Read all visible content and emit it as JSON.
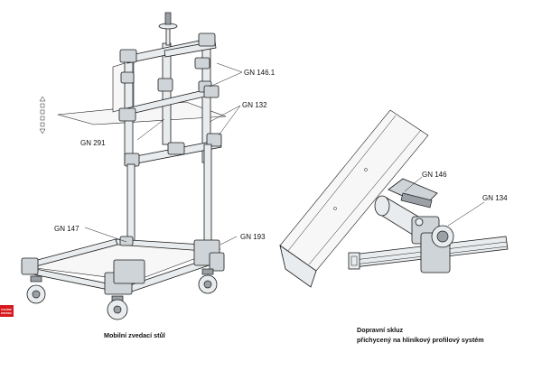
{
  "labels": {
    "gn_146_1": "GN 146.1",
    "gn_132": "GN 132",
    "gn_291": "GN 291",
    "gn_147": "GN 147",
    "gn_193": "GN 193",
    "gn_146": "GN 146",
    "gn_134": "GN 134"
  },
  "captions": {
    "left": "Mobilní zvedací stůl",
    "right_line1": "Dopravní skluz",
    "right_line2": "přichycený na hliníkový profilový systém"
  },
  "badge": {
    "line1": "TOVÁRNÍ",
    "line2": "PROTINO"
  },
  "colors": {
    "badge": "#d7191c",
    "line": "#1a1a1a",
    "tube": "#e9ecee"
  }
}
